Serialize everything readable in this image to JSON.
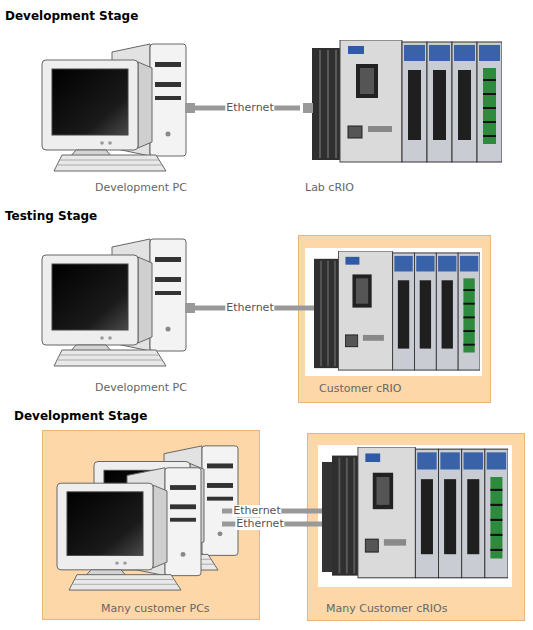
{
  "diagram": {
    "nodes": [
      {
        "text": [
          "Development PC"
        ]
      },
      {
        "text": [
          "Lab cRIO"
        ]
      },
      {
        "text": [
          "Development PC"
        ]
      },
      {
        "text": [
          "Customer cRIO"
        ]
      },
      {
        "text": [
          "Many customer PCs"
        ]
      },
      {
        "text": [
          "Many Customer cRIOs"
        ]
      }
    ],
    "edges": [
      {
        "from": 0,
        "to": 1,
        "label": "Ethernet",
        "arrow": "none"
      },
      {
        "from": 2,
        "to": 3,
        "label": "Ethernet",
        "arrow": "none"
      },
      {
        "from": 4,
        "to": 5,
        "label": "Ethernet",
        "arrow": "none"
      },
      {
        "from": 4,
        "to": 5,
        "label": "Ethernet",
        "arrow": "none"
      }
    ],
    "labels": [
      "Development Stage",
      "Testing Stage",
      "Development Stage"
    ]
  }
}
